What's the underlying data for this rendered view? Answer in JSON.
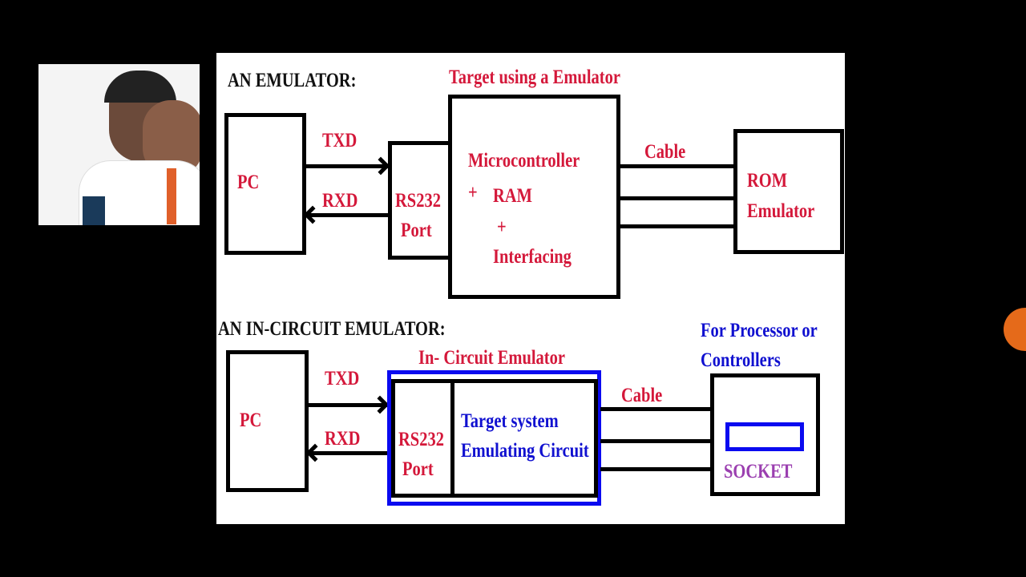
{
  "emulator": {
    "title": "AN EMULATOR:",
    "caption": "Target using a Emulator",
    "pc": "PC",
    "txd": "TXD",
    "rxd": "RXD",
    "rs232": "RS232",
    "port": "Port",
    "mc_line1": "Microcontroller",
    "plus1": "+",
    "ram": "RAM",
    "plus2": "+",
    "interfacing": "Interfacing",
    "cable": "Cable",
    "rom1": "ROM",
    "rom2": "Emulator"
  },
  "ice": {
    "title": "AN IN-CIRCUIT EMULATOR:",
    "caption": "In- Circuit Emulator",
    "pc": "PC",
    "txd": "TXD",
    "rxd": "RXD",
    "rs232": "RS232",
    "port": "Port",
    "target1": "Target system",
    "target2": "Emulating Circuit",
    "cable": "Cable",
    "proc1": "For Processor  or",
    "proc2": "Controllers",
    "socket": "SOCKET"
  },
  "colors": {
    "label_red": "#d4183a",
    "label_blue": "#1010d0",
    "socket_purple": "#9b3fb0",
    "background": "#000000"
  }
}
